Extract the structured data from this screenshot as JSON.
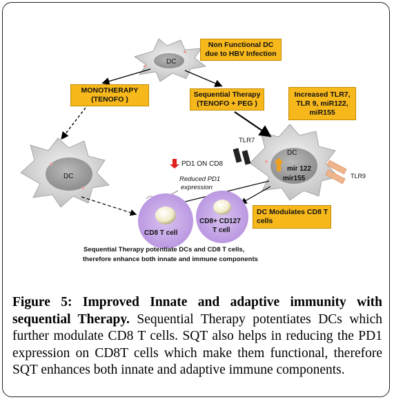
{
  "diagram": {
    "dc_top_label": "DC",
    "dc_left_label": "DC",
    "dc_right_label": "DC",
    "dc_right_mir122": "mir 122",
    "dc_right_mir155": "mir155",
    "box_nonfunctional": [
      "Non Functional DC",
      "due to HBV Infection"
    ],
    "box_monotherapy": [
      "MONOTHERAPY",
      "(TENOFO )"
    ],
    "box_sequential": [
      "Sequential Therapy",
      "(TENOFO + PEG )"
    ],
    "box_increased": [
      "Increased TLR7,",
      "TLR 9, miR122,",
      "miR155"
    ],
    "box_modulates": [
      "DC Modulates CD8 T",
      "cells"
    ],
    "tlr7_label": "TLR7",
    "tlr9_label": "TLR9",
    "pd1_label": "PD1 ON  CD8",
    "reduced_pd1": [
      "Reduced PD1",
      "expression"
    ],
    "cd8_cell_label": "CD8 T cell",
    "cd8_cd127_label": [
      "CD8+ CD127",
      "T cell"
    ],
    "summary": [
      "Sequential Therapy potentiate  DCs and CD8 T cells,",
      "therefore enhance both innate and immune components"
    ],
    "colors": {
      "box": "#f7b81c",
      "tcell": "#c6a8e6",
      "dc_body": "#e3e3e3",
      "tlr9": "#f0b48c",
      "arrow_up": "#f0a020",
      "arrow_down": "#e02020"
    }
  },
  "caption": {
    "heading": "Figure 5: Improved Innate and adaptive immunity with sequential Therapy.",
    "body": " Sequential Therapy potentiates DCs which further modulate CD8 T cells. SQT also helps in reducing the PD1 expression on CD8T cells which make them functional, therefore SQT enhances both innate and adaptive immune components."
  }
}
